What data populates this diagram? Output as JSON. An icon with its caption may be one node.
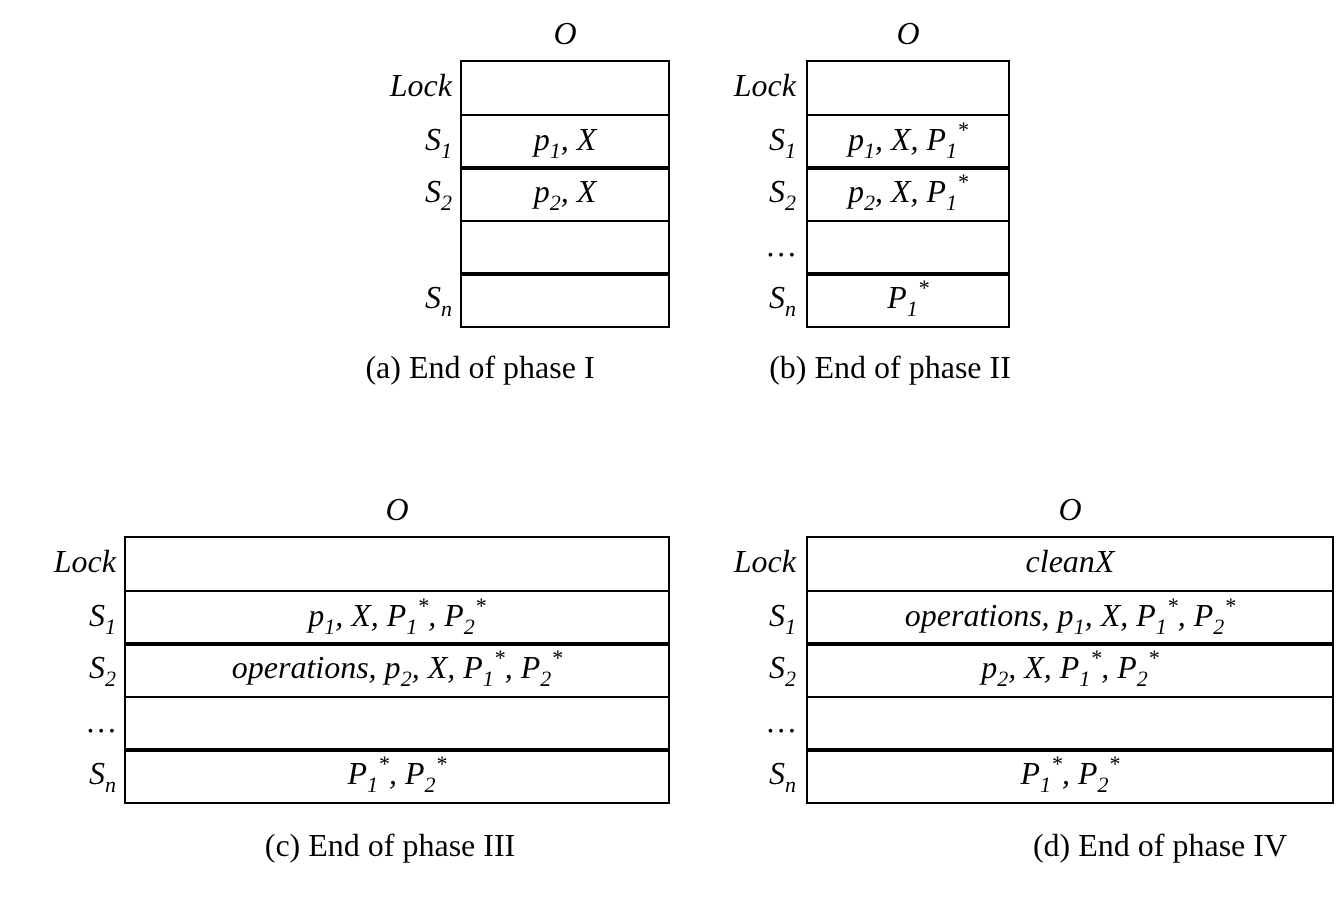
{
  "diagram": {
    "nodes": [
      {
        "text": [],
        "shape": "box"
      },
      {
        "text": [
          "p$_{1}$, X"
        ]
      },
      {
        "text": [
          "p$_{2}$, X"
        ]
      },
      {
        "text": [],
        "shape": "box"
      },
      {
        "text": [],
        "shape": "box"
      },
      {
        "text": [],
        "shape": "box"
      },
      {
        "text": [
          "p$_{1}$, X, P$_{1}$$^{*}$"
        ]
      },
      {
        "text": [
          "p$_{2}$, X, P$_{1}$$^{*}$"
        ]
      },
      {
        "text": [],
        "shape": "box"
      },
      {
        "text": [
          "P$_{1}$$^{*}$"
        ]
      },
      {
        "text": [],
        "shape": "box"
      },
      {
        "text": [
          "p$_{1}$, X, P$_{1}$$^{*}$, P$_{2}$$^{*}$"
        ]
      },
      {
        "text": [
          "operations, p$_{2}$, X, P$_{1}$$^{*}$, P$_{2}$$^{*}$"
        ]
      },
      {
        "text": [],
        "shape": "box"
      },
      {
        "text": [
          "P$_{1}$$^{*}$, P$_{2}$$^{*}$"
        ]
      },
      {
        "text": [
          "cleanX"
        ]
      },
      {
        "text": [
          "operations, p$_{1}$, X, P$_{1}$$^{*}$, P$_{2}$$^{*}$"
        ]
      },
      {
        "text": [
          "p$_{2}$, X, P$_{1}$$^{*}$, P$_{2}$$^{*}$"
        ]
      },
      {
        "text": [],
        "shape": "box"
      },
      {
        "text": [
          "P$_{1}$$^{*}$, P$_{2}$$^{*}$"
        ]
      }
    ],
    "labels": [
      "O",
      "Lock",
      "S$_{1}$",
      "S$_{2}$",
      "S$_{n}$",
      "(a) End of phase I",
      "O",
      "Lock",
      "S$_{1}$",
      "S$_{2}$",
      "…",
      "S$_{n}$",
      "(b) End of phase II",
      "O",
      "Lock",
      "S$_{1}$",
      "S$_{2}$",
      "…",
      "S$_{n}$",
      "(c) End of phase III",
      "O",
      "Lock",
      "S$_{1}$",
      "S$_{2}$",
      "…",
      "S$_{n}$",
      "(d) End of phase IV"
    ]
  }
}
